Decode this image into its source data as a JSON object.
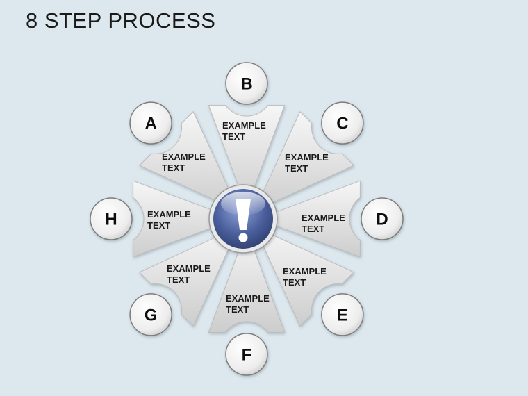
{
  "title": "8 STEP PROCESS",
  "center_icon": "exclamation-icon",
  "steps": [
    {
      "letter": "A",
      "line1": "EXAMPLE",
      "line2": "TEXT"
    },
    {
      "letter": "B",
      "line1": "EXAMPLE",
      "line2": "TEXT"
    },
    {
      "letter": "C",
      "line1": "EXAMPLE",
      "line2": "TEXT"
    },
    {
      "letter": "D",
      "line1": "EXAMPLE",
      "line2": "TEXT"
    },
    {
      "letter": "E",
      "line1": "EXAMPLE",
      "line2": "TEXT"
    },
    {
      "letter": "F",
      "line1": "EXAMPLE",
      "line2": "TEXT"
    },
    {
      "letter": "G",
      "line1": "EXAMPLE",
      "line2": "TEXT"
    },
    {
      "letter": "H",
      "line1": "EXAMPLE",
      "line2": "TEXT"
    }
  ],
  "colors": {
    "background": "#dde8ee",
    "segment_light": "#f4f4f4",
    "segment_dark": "#c9c9c9",
    "center_blue": "#4a5f9c"
  }
}
